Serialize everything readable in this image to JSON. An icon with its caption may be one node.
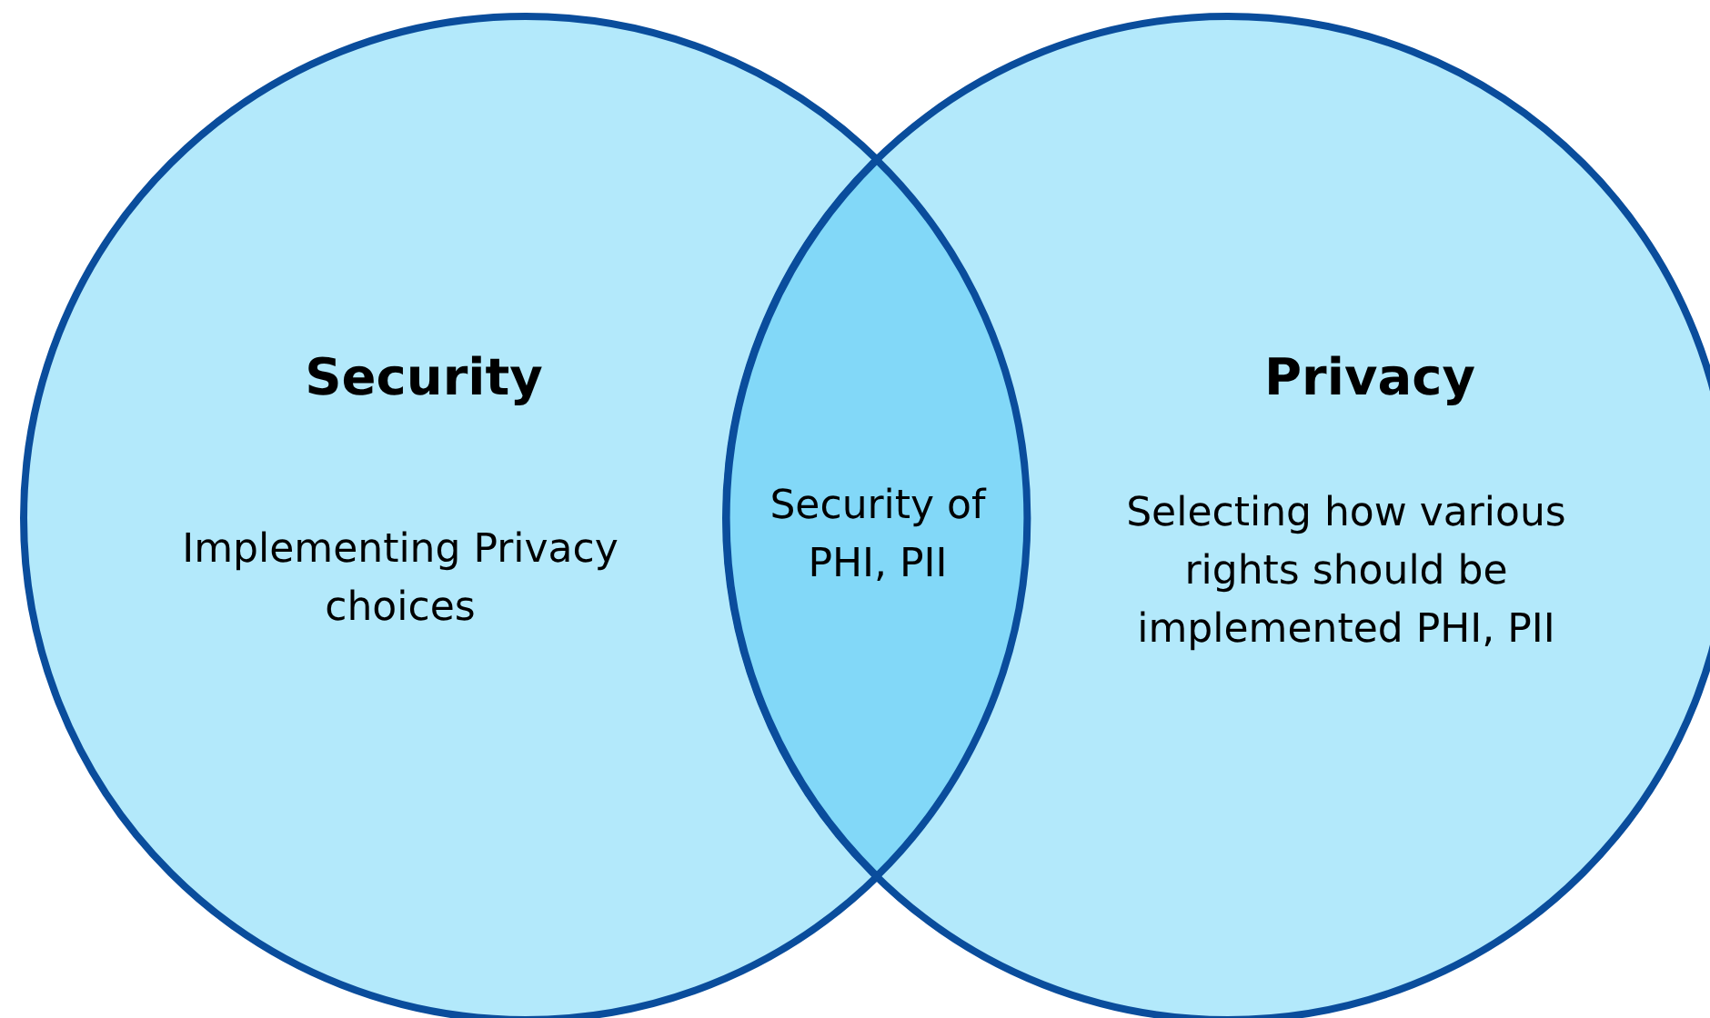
{
  "diagram": {
    "nodes": [
      {
        "text": [
          "Security",
          "Implementing Privacy choices"
        ]
      },
      {
        "text": [
          "Privacy",
          "Selecting how various rights should be implemented PHI, PII"
        ]
      },
      {
        "text": [
          "Security of PHI, PII"
        ]
      }
    ]
  }
}
